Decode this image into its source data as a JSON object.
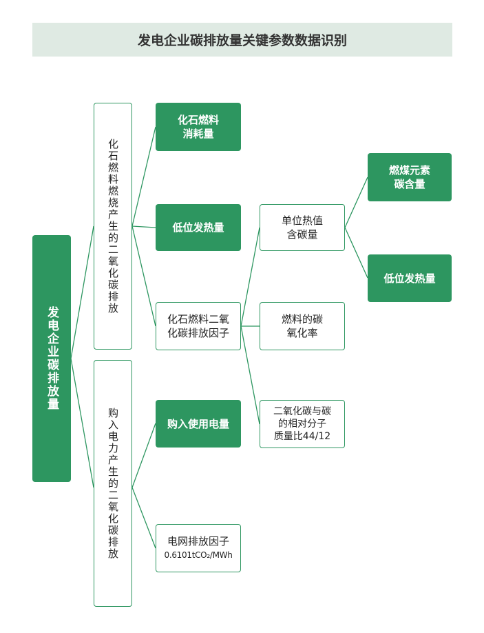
{
  "title": "发电企业碳排放量关键参数数据识别",
  "colors": {
    "accent": "#2d9660",
    "title_bg": "#dfeae3",
    "link": "#2d9660"
  },
  "nodes": {
    "root": "发电企业碳排放量",
    "fossil_branch": "化石燃料燃烧产生的二氧化碳排放",
    "electricity_branch": "购入电力产生的二氧化碳排放",
    "fuel_consumption": "化石燃料\n消耗量",
    "low_heat_value": "低位发热量",
    "emission_factor": "化石燃料二氧\n化碳排放因子",
    "carbon_per_heat": "单位热值\n含碳量",
    "oxidation_rate": "燃料的碳\n氧化率",
    "molecular_ratio": "二氧化碳与碳\n的相对分子\n质量比44/12",
    "coal_carbon": "燃煤元素\n碳含量",
    "coal_low_heat": "低位发热量",
    "purchased_power": "购入使用电量",
    "grid_factor_label": "电网排放因子",
    "grid_factor_value": "0.6101tCO₂/MWh"
  }
}
